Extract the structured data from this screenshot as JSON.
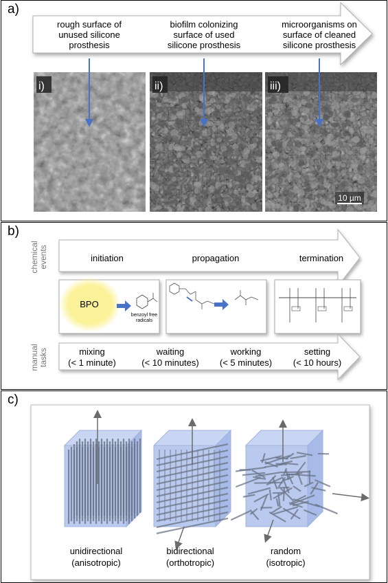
{
  "panel_a": {
    "label": "a)",
    "arrow_labels": [
      "rough surface of\nunused silicone\nprosthesis",
      "biofilm colonizing\nsurface of used\nsilicone prosthesis",
      "microorganisms on\nsurface of cleaned\nsilicone prosthesis"
    ],
    "images": [
      {
        "label": "i)"
      },
      {
        "label": "ii)"
      },
      {
        "label": "iii)"
      }
    ],
    "scale_bar": "10 µm"
  },
  "panel_b": {
    "label": "b)",
    "chemical_events_label": "chemical\nevents",
    "events": [
      "initiation",
      "propagation",
      "termination"
    ],
    "bpo": "BPO",
    "radicals": "benzoyl free\nradicals",
    "manual_tasks_label": "manual\ntasks",
    "tasks": [
      {
        "name": "mixing",
        "time": "(< 1 minute)"
      },
      {
        "name": "waiting",
        "time": "(< 10 minutes)"
      },
      {
        "name": "working",
        "time": "(< 5 minutes)"
      },
      {
        "name": "setting",
        "time": "(< 10 hours)"
      }
    ]
  },
  "panel_c": {
    "label": "c)",
    "cubes": [
      {
        "name": "unidirectional",
        "desc": "(anisotropic)"
      },
      {
        "name": "bidirectional",
        "desc": "(orthotropic)"
      },
      {
        "name": "random",
        "desc": "(isotropic)"
      }
    ]
  },
  "colors": {
    "arrow_fill": "#ffffff",
    "blue_arrow": "#4a72c4",
    "cube_fill": "#b7c8ef",
    "fiber": "#6b7486",
    "glow": "#fbf29a"
  }
}
